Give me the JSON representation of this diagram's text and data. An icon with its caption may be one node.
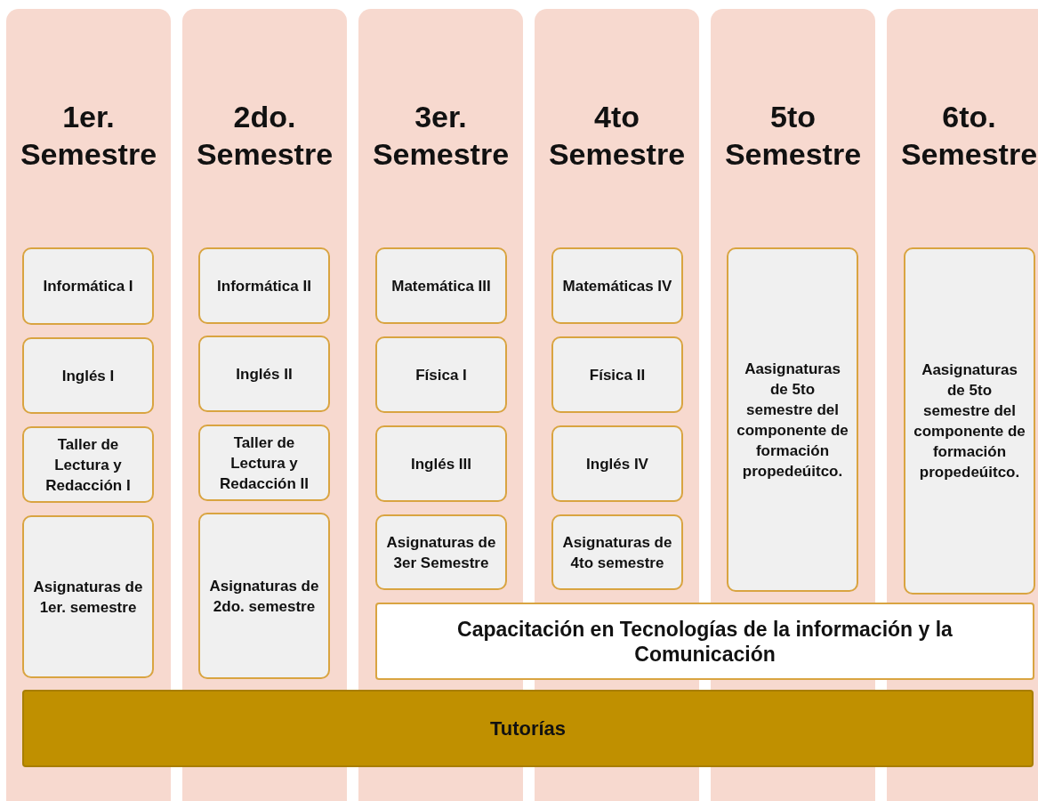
{
  "diagram": {
    "nodes": [
      {
        "text": [
          "1er. Semestre"
        ]
      },
      {
        "text": [
          "Informática I"
        ],
        "in": 0
      },
      {
        "text": [
          "Inglés I"
        ],
        "in": 0
      },
      {
        "text": [
          "Taller de Lectura y Redacción I"
        ],
        "in": 0
      },
      {
        "text": [
          "Asignaturas de 1er. semestre"
        ],
        "in": 0
      },
      {
        "text": [
          "2do. Semestre"
        ]
      },
      {
        "text": [
          "Informática II"
        ],
        "in": 5
      },
      {
        "text": [
          "Inglés II"
        ],
        "in": 5
      },
      {
        "text": [
          "Taller de Lectura y Redacción II"
        ],
        "in": 5
      },
      {
        "text": [
          "Asignaturas de 2do. semestre"
        ],
        "in": 5
      },
      {
        "text": [
          "3er. Semestre"
        ]
      },
      {
        "text": [
          "Matemática III"
        ],
        "in": 10
      },
      {
        "text": [
          "Física I"
        ],
        "in": 10
      },
      {
        "text": [
          "Inglés III"
        ],
        "in": 10
      },
      {
        "text": [
          "Asignaturas de 3er Semestre"
        ],
        "in": 10
      },
      {
        "text": [
          "4to Semestre"
        ]
      },
      {
        "text": [
          "Matemáticas IV"
        ],
        "in": 15
      },
      {
        "text": [
          "Física II"
        ],
        "in": 15
      },
      {
        "text": [
          "Inglés IV"
        ],
        "in": 15
      },
      {
        "text": [
          "Asignaturas de 4to semestre"
        ],
        "in": 15
      },
      {
        "text": [
          "5to Semestre"
        ]
      },
      {
        "text": [
          "Aasignaturas de 5to semestre del componente de formación propedeúitco."
        ],
        "in": 20
      },
      {
        "text": [
          "6to. Semestre"
        ]
      },
      {
        "text": [
          "Aasignaturas de 5to semestre del componente de formación propedeúitco."
        ],
        "in": 22
      },
      {
        "text": [
          "Capacitación en Tecnologías de la información y la Comunicación"
        ]
      },
      {
        "text": [
          "Tutorías"
        ]
      }
    ]
  }
}
